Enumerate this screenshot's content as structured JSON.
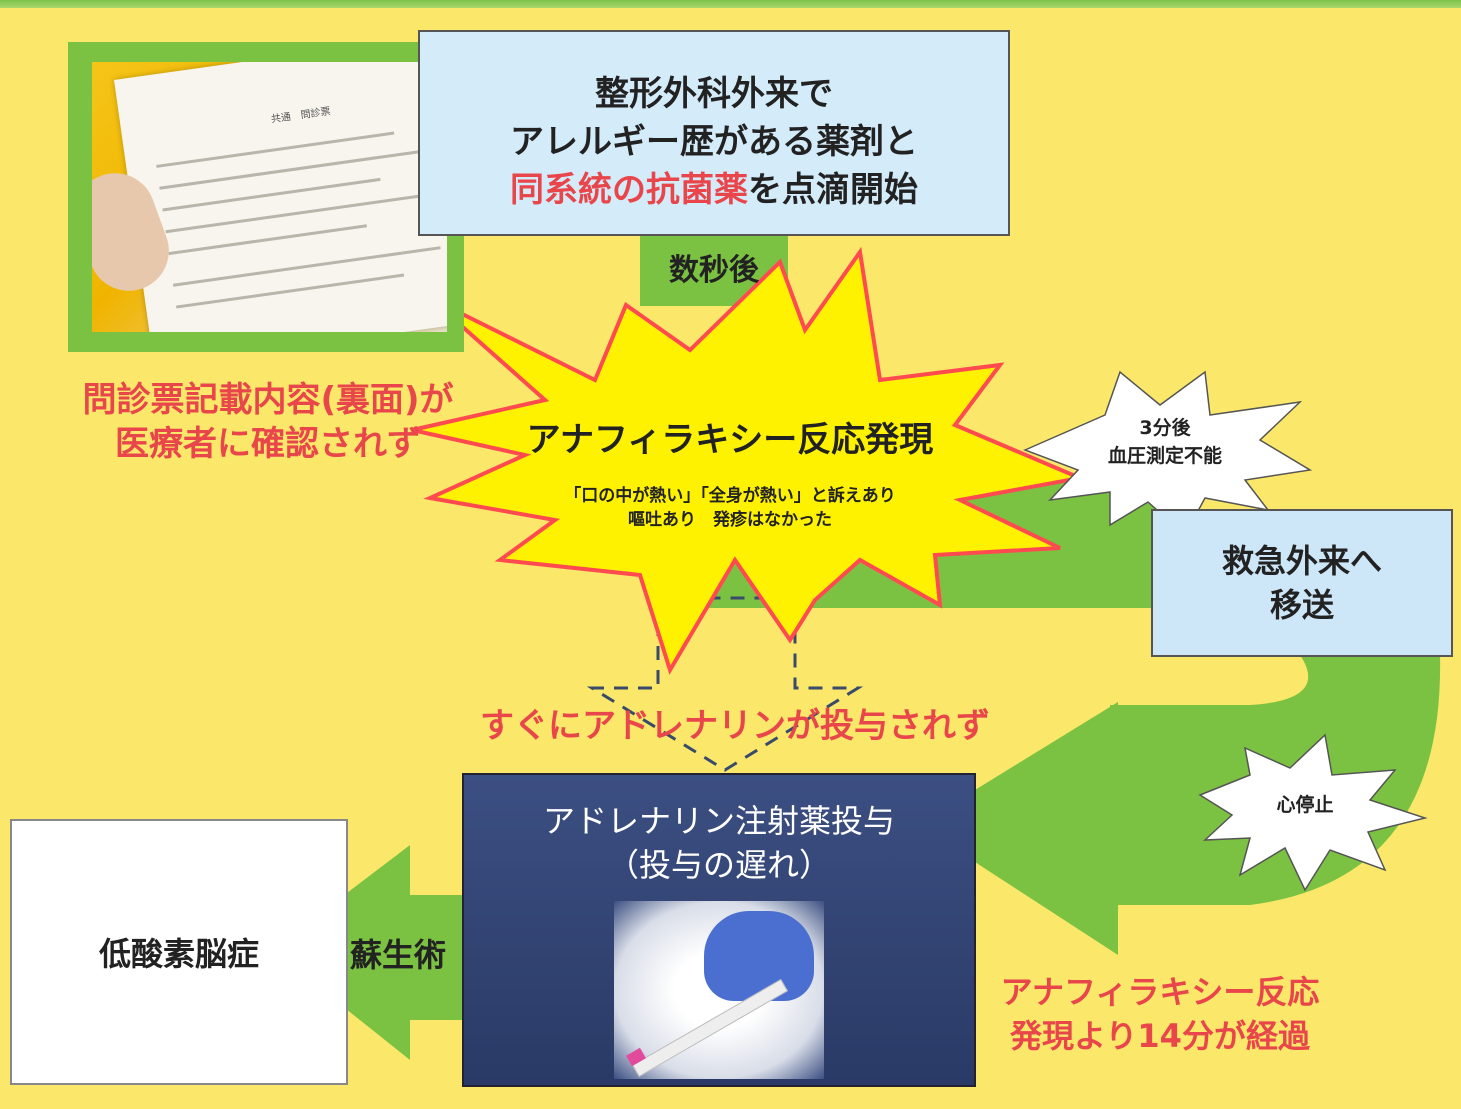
{
  "colors": {
    "background": "#fbe86a",
    "arrow_green": "#7cc242",
    "alert_red": "#e8464b",
    "star_yellow": "#fff200",
    "box_blue": "#d4ecfa",
    "box_navy": "#2f4170"
  },
  "photo": {
    "paper_title": "共通　問診票"
  },
  "start_box": {
    "line1": "整形外科外来で",
    "line2": "アレルギー歴がある薬剤と",
    "line3_red": "同系統の抗菌薬",
    "line3_rest": "を点滴開始"
  },
  "seconds_label": "数秒後",
  "unchecked_label": {
    "line1": "問診票記載内容(裏面)が",
    "line2": "医療者に確認されず"
  },
  "reaction": {
    "title": "アナフィラキシー反応発現",
    "detail1": "「口の中が熱い」「全身が熱い」と訴えあり",
    "detail2": "嘔吐あり　発疹はなかった"
  },
  "three_min": {
    "line1": "3分後",
    "line2": "血圧測定不能"
  },
  "er_box": {
    "line1": "救急外来へ",
    "line2": "移送"
  },
  "cardiac_arrest": "心停止",
  "delay_label": "すぐにアドレナリンが投与されず",
  "adrenaline_box": {
    "line1": "アドレナリン注射薬投与",
    "line2": "（投与の遅れ）"
  },
  "elapsed_label": {
    "line1": "アナフィラキシー反応",
    "line2": "発現より14分が経過"
  },
  "cpr_label": "蘇生術",
  "result_box": "低酸素脳症"
}
